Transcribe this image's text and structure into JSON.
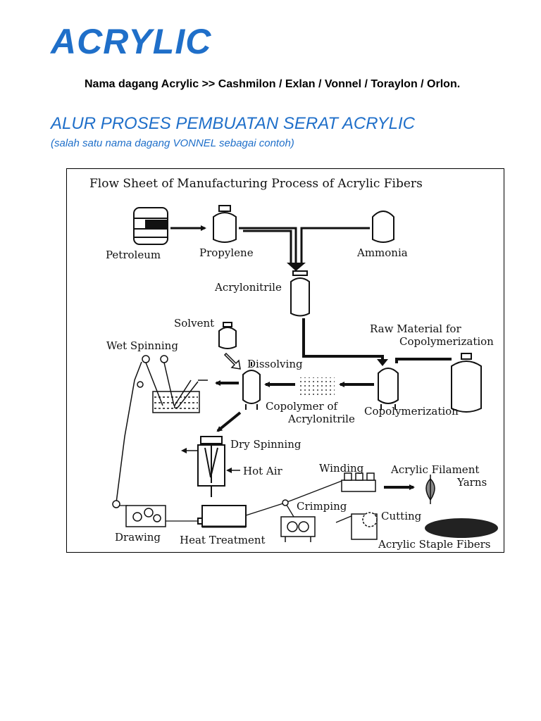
{
  "header": {
    "title": "ACRYLIC",
    "trade_names_line": "Nama dagang Acrylic >> Cashmilon / Exlan / Vonnel / Toraylon / Orlon."
  },
  "section": {
    "heading": "ALUR PROSES PEMBUATAN SERAT ACRYLIC",
    "subheading": "(salah satu nama dagang VONNEL sebagai contoh)"
  },
  "colors": {
    "heading_blue": "#1f6fc9",
    "ink": "#111111"
  },
  "figure": {
    "title": "Flow Sheet of Manufacturing Process of Acrylic Fibers",
    "labels": {
      "petroleum": "Petroleum",
      "propylene": "Propylene",
      "ammonia": "Ammonia",
      "acrylonitrile": "Acrylonitrile",
      "solvent": "Solvent",
      "raw_material_1": "Raw Material for",
      "raw_material_2": "Copolymerization",
      "wet_spinning": "Wet Spinning",
      "dissolving": "Dissolving",
      "copolymer_1": "Copolymer of",
      "copolymer_2": "Acrylonitrile",
      "copolymerization": "Copolymerization",
      "dry_spinning": "Dry Spinning",
      "hot_air": "Hot Air",
      "winding": "Winding",
      "filament_1": "Acrylic Filament",
      "filament_2": "Yarns",
      "crimping": "Crimping",
      "cutting": "Cutting",
      "drawing": "Drawing",
      "heat_treatment": "Heat Treatment",
      "staple_fibers": "Acrylic Staple Fibers"
    }
  }
}
